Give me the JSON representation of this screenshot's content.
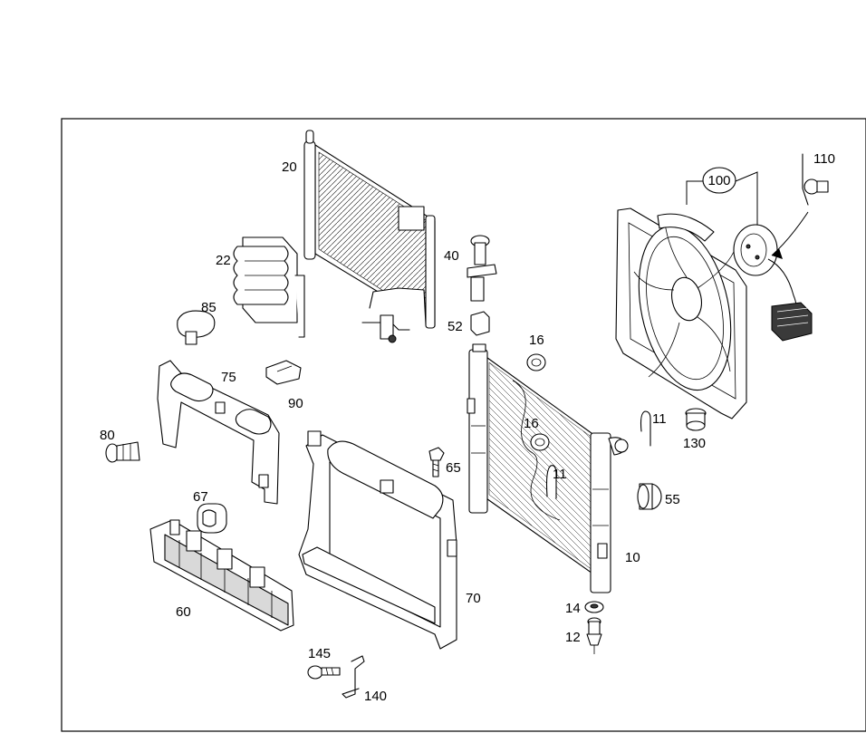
{
  "callouts": {
    "c10": "10",
    "c11a": "11",
    "c11b": "11",
    "c12": "12",
    "c14": "14",
    "c16a": "16",
    "c16b": "16",
    "c20": "20",
    "c22": "22",
    "c40": "40",
    "c52": "52",
    "c55": "55",
    "c60": "60",
    "c65": "65",
    "c67": "67",
    "c70": "70",
    "c75": "75",
    "c80": "80",
    "c85": "85",
    "c90": "90",
    "c100": "100",
    "c110": "110",
    "c130": "130",
    "c140": "140",
    "c145": "145"
  }
}
